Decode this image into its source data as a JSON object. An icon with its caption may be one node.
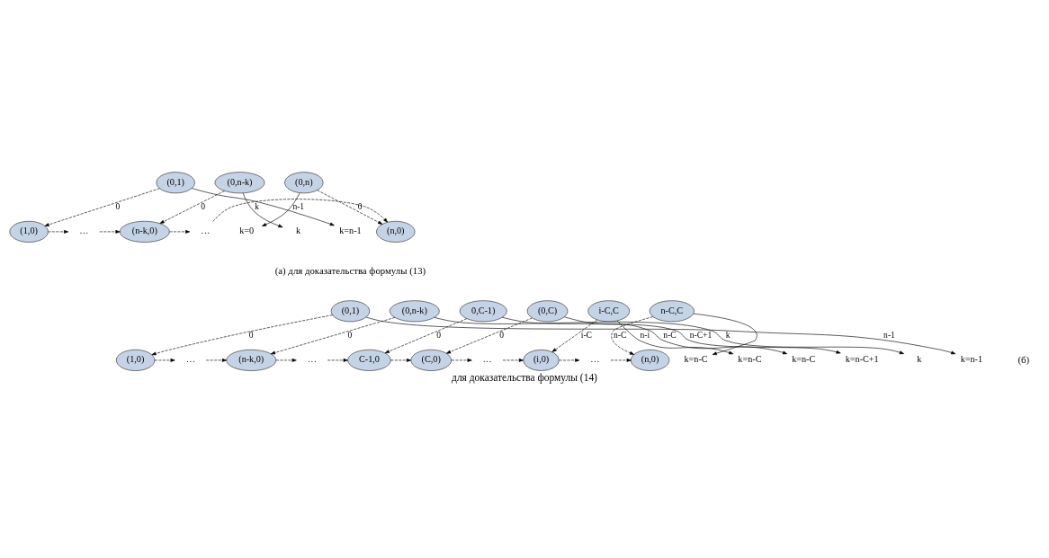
{
  "diagram": {
    "caption": "для доказательства формулы (14)",
    "nodes": [
      {
        "text": [
          "(0,1)"
        ]
      },
      {
        "text": [
          "(0,n-k)"
        ]
      },
      {
        "text": [
          "(0,n)"
        ]
      },
      {
        "text": [
          "(1,0)"
        ]
      },
      {
        "text": [
          "…"
        ]
      },
      {
        "text": [
          "(n-k,0)"
        ]
      },
      {
        "text": [
          "…"
        ]
      },
      {
        "text": [
          "(n,0)"
        ]
      },
      {
        "text": [
          "k=0"
        ]
      },
      {
        "text": [
          "k"
        ]
      },
      {
        "text": [
          "k=n-1"
        ]
      },
      {
        "text": [
          "(0,1)"
        ]
      },
      {
        "text": [
          "(0,n-k)"
        ]
      },
      {
        "text": [
          "0,C-1)"
        ]
      },
      {
        "text": [
          "(0,C)"
        ]
      },
      {
        "text": [
          "i-C,C"
        ]
      },
      {
        "text": [
          "n-C,C"
        ]
      },
      {
        "text": [
          "(1,0)"
        ]
      },
      {
        "text": [
          "…"
        ]
      },
      {
        "text": [
          "(n-k,0)"
        ]
      },
      {
        "text": [
          "…"
        ]
      },
      {
        "text": [
          "C-1,0"
        ]
      },
      {
        "text": [
          "(C,0)"
        ]
      },
      {
        "text": [
          "…"
        ]
      },
      {
        "text": [
          "(i,0)"
        ]
      },
      {
        "text": [
          "…"
        ]
      },
      {
        "text": [
          "(n,0)"
        ]
      },
      {
        "text": [
          "k=n-C"
        ]
      },
      {
        "text": [
          "k=n-C"
        ]
      },
      {
        "text": [
          "k=n-C"
        ]
      },
      {
        "text": [
          "k=n-C+1"
        ]
      },
      {
        "text": [
          "k"
        ]
      },
      {
        "text": [
          "k=n-1"
        ]
      }
    ],
    "edges": [
      {
        "from": 0,
        "to": 3,
        "arrow": "to",
        "style": "dashed",
        "label": "0"
      },
      {
        "from": 1,
        "to": 5,
        "arrow": "to",
        "style": "dashed",
        "label": "0"
      },
      {
        "from": 2,
        "to": 7,
        "arrow": "to",
        "style": "dashed",
        "label": "0"
      },
      {
        "from": 3,
        "to": 4,
        "arrow": "to",
        "style": "dashed"
      },
      {
        "from": 4,
        "to": 5,
        "arrow": "to",
        "style": "dashed"
      },
      {
        "from": 5,
        "to": 6,
        "arrow": "to",
        "style": "dashed"
      },
      {
        "from": 6,
        "to": 7,
        "arrow": "to",
        "style": "dashed"
      },
      {
        "from": 0,
        "to": 10,
        "arrow": "to",
        "label": "n-1"
      },
      {
        "from": 1,
        "to": 9,
        "arrow": "to",
        "label": "k"
      },
      {
        "from": 2,
        "to": 8,
        "arrow": "to"
      },
      {
        "from": 11,
        "to": 17,
        "arrow": "to",
        "style": "dashed",
        "label": "0"
      },
      {
        "from": 12,
        "to": 19,
        "arrow": "to",
        "style": "dashed",
        "label": "0"
      },
      {
        "from": 13,
        "to": 21,
        "arrow": "to",
        "style": "dashed",
        "label": "0"
      },
      {
        "from": 14,
        "to": 22,
        "arrow": "to",
        "style": "dashed",
        "label": "0"
      },
      {
        "from": 15,
        "to": 24,
        "arrow": "to",
        "style": "dashed",
        "label": "i-C"
      },
      {
        "from": 16,
        "to": 26,
        "arrow": "to",
        "style": "dashed",
        "label": "n-C"
      },
      {
        "from": 17,
        "to": 18,
        "arrow": "to",
        "style": "dashed"
      },
      {
        "from": 18,
        "to": 19,
        "arrow": "to",
        "style": "dashed"
      },
      {
        "from": 19,
        "to": 20,
        "arrow": "to",
        "style": "dashed"
      },
      {
        "from": 20,
        "to": 21,
        "arrow": "to",
        "style": "dashed"
      },
      {
        "from": 21,
        "to": 22,
        "arrow": "to",
        "style": "dashed"
      },
      {
        "from": 22,
        "to": 23,
        "arrow": "to",
        "style": "dashed"
      },
      {
        "from": 23,
        "to": 24,
        "arrow": "to",
        "style": "dashed"
      },
      {
        "from": 24,
        "to": 25,
        "arrow": "to",
        "style": "dashed"
      },
      {
        "from": 25,
        "to": 26,
        "arrow": "to",
        "style": "dashed"
      },
      {
        "from": 16,
        "to": 27,
        "arrow": "to"
      },
      {
        "from": 15,
        "to": 28,
        "arrow": "to",
        "label": "n-i"
      },
      {
        "from": 14,
        "to": 29,
        "arrow": "to",
        "label": "n-C"
      },
      {
        "from": 13,
        "to": 30,
        "arrow": "to",
        "label": "n-C+1"
      },
      {
        "from": 12,
        "to": 31,
        "arrow": "to",
        "label": "k"
      },
      {
        "from": 11,
        "to": 32,
        "arrow": "to",
        "label": "n-1"
      }
    ],
    "labels": [
      "(a) для доказательства формулы (13)",
      "(б)"
    ]
  }
}
